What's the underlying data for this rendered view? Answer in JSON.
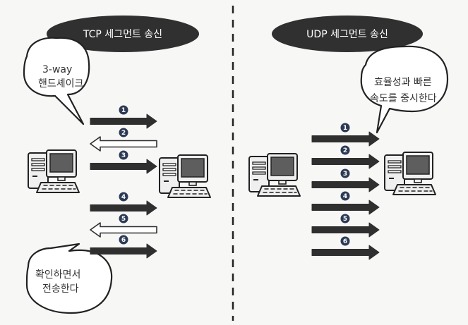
{
  "colors": {
    "title_pill": "#303030",
    "arrow_dark": "#2f2f2f",
    "arrow_outline": "#2f2f2f",
    "number_badge": "#2c3a55",
    "monitor_screen": "#5e5e5e",
    "machine_body": "#efefef",
    "divider": "#222222"
  },
  "tcp": {
    "title": "TCP 세그먼트 송신",
    "bubble_top": [
      "3-way",
      "핸드셰이크"
    ],
    "bubble_bottom": [
      "확인하면서",
      "전송한다"
    ],
    "arrows": [
      {
        "num": "1",
        "direction": "right",
        "style": "filled"
      },
      {
        "num": "2",
        "direction": "left",
        "style": "outline"
      },
      {
        "num": "3",
        "direction": "right",
        "style": "filled"
      },
      {
        "num": "4",
        "direction": "right",
        "style": "filled"
      },
      {
        "num": "5",
        "direction": "left",
        "style": "outline"
      },
      {
        "num": "6",
        "direction": "right",
        "style": "filled"
      }
    ]
  },
  "udp": {
    "title": "UDP 세그먼트 송신",
    "bubble": [
      "효율성과 빠른",
      "속도를 중시한다"
    ],
    "arrows": [
      {
        "num": "1",
        "direction": "right",
        "style": "filled"
      },
      {
        "num": "2",
        "direction": "right",
        "style": "filled"
      },
      {
        "num": "3",
        "direction": "right",
        "style": "filled"
      },
      {
        "num": "4",
        "direction": "right",
        "style": "filled"
      },
      {
        "num": "5",
        "direction": "right",
        "style": "filled"
      },
      {
        "num": "6",
        "direction": "right",
        "style": "filled"
      }
    ]
  },
  "icons": {
    "computer": "desktop-computer-icon",
    "badge": "number-badge"
  }
}
